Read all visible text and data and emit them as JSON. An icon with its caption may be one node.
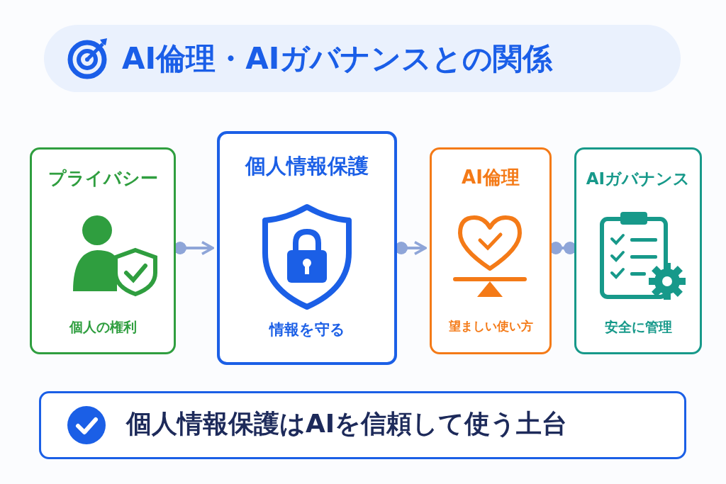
{
  "diagram": {
    "title": "AI倫理・AIガバナンスとの関係",
    "nodes": [
      {
        "text": [
          "プライバシー",
          "個人の権利"
        ]
      },
      {
        "text": [
          "個人情報保護",
          "情報を守る"
        ]
      },
      {
        "text": [
          "AI倫理",
          "望ましい使い方"
        ]
      },
      {
        "text": [
          "AIガバナンス",
          "安全に管理"
        ]
      },
      {
        "text": [
          "個人情報保護はAIを信頼して使う土台"
        ]
      }
    ],
    "edges": [
      {
        "from": 0,
        "to": 1,
        "arrow": "to"
      },
      {
        "from": 1,
        "to": 2,
        "arrow": "to"
      },
      {
        "from": 2,
        "to": 3,
        "arrow": "other"
      }
    ]
  }
}
